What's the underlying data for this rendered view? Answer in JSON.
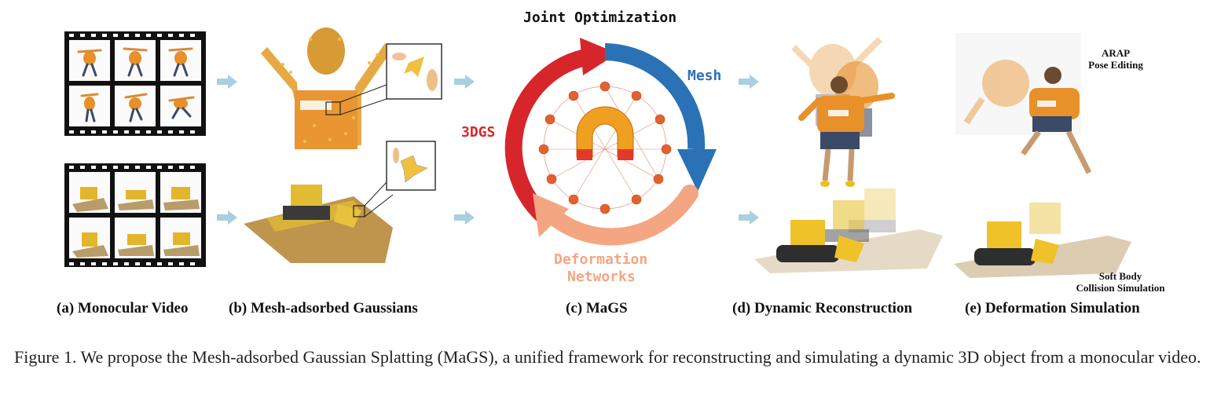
{
  "figure": {
    "labels": {
      "a": "(a) Monocular Video",
      "b": "(b) Mesh-adsorbed Gaussians",
      "c": "(c) MaGS",
      "d": "(d) Dynamic Reconstruction",
      "e": "(e) Deformation Simulation"
    },
    "cycle": {
      "title": "Joint Optimization",
      "mesh": "Mesh",
      "gs": "3DGS",
      "deform_line1": "Deformation",
      "deform_line2": "Networks"
    },
    "annotations": {
      "arap_line1": "ARAP",
      "arap_line2": "Pose Editing",
      "soft_line1": "Soft Body",
      "soft_line2": "Collision Simulation"
    },
    "colors": {
      "red_arrow": "#d7262b",
      "blue_arrow": "#2a72b5",
      "salmon_arrow": "#f4a582",
      "flow_arrow": "#a9cfe0",
      "gaussian_yellow": "#e8b830",
      "human_orange": "#e8902a"
    },
    "icons": [
      "film-strip",
      "flow-arrow",
      "magnet-icon",
      "zoom-inset"
    ]
  },
  "caption": {
    "text": "Figure 1.  We propose the Mesh-adsorbed Gaussian Splatting (MaGS), a unified framework for reconstructing and simulating a dynamic 3D object from a monocular video."
  }
}
